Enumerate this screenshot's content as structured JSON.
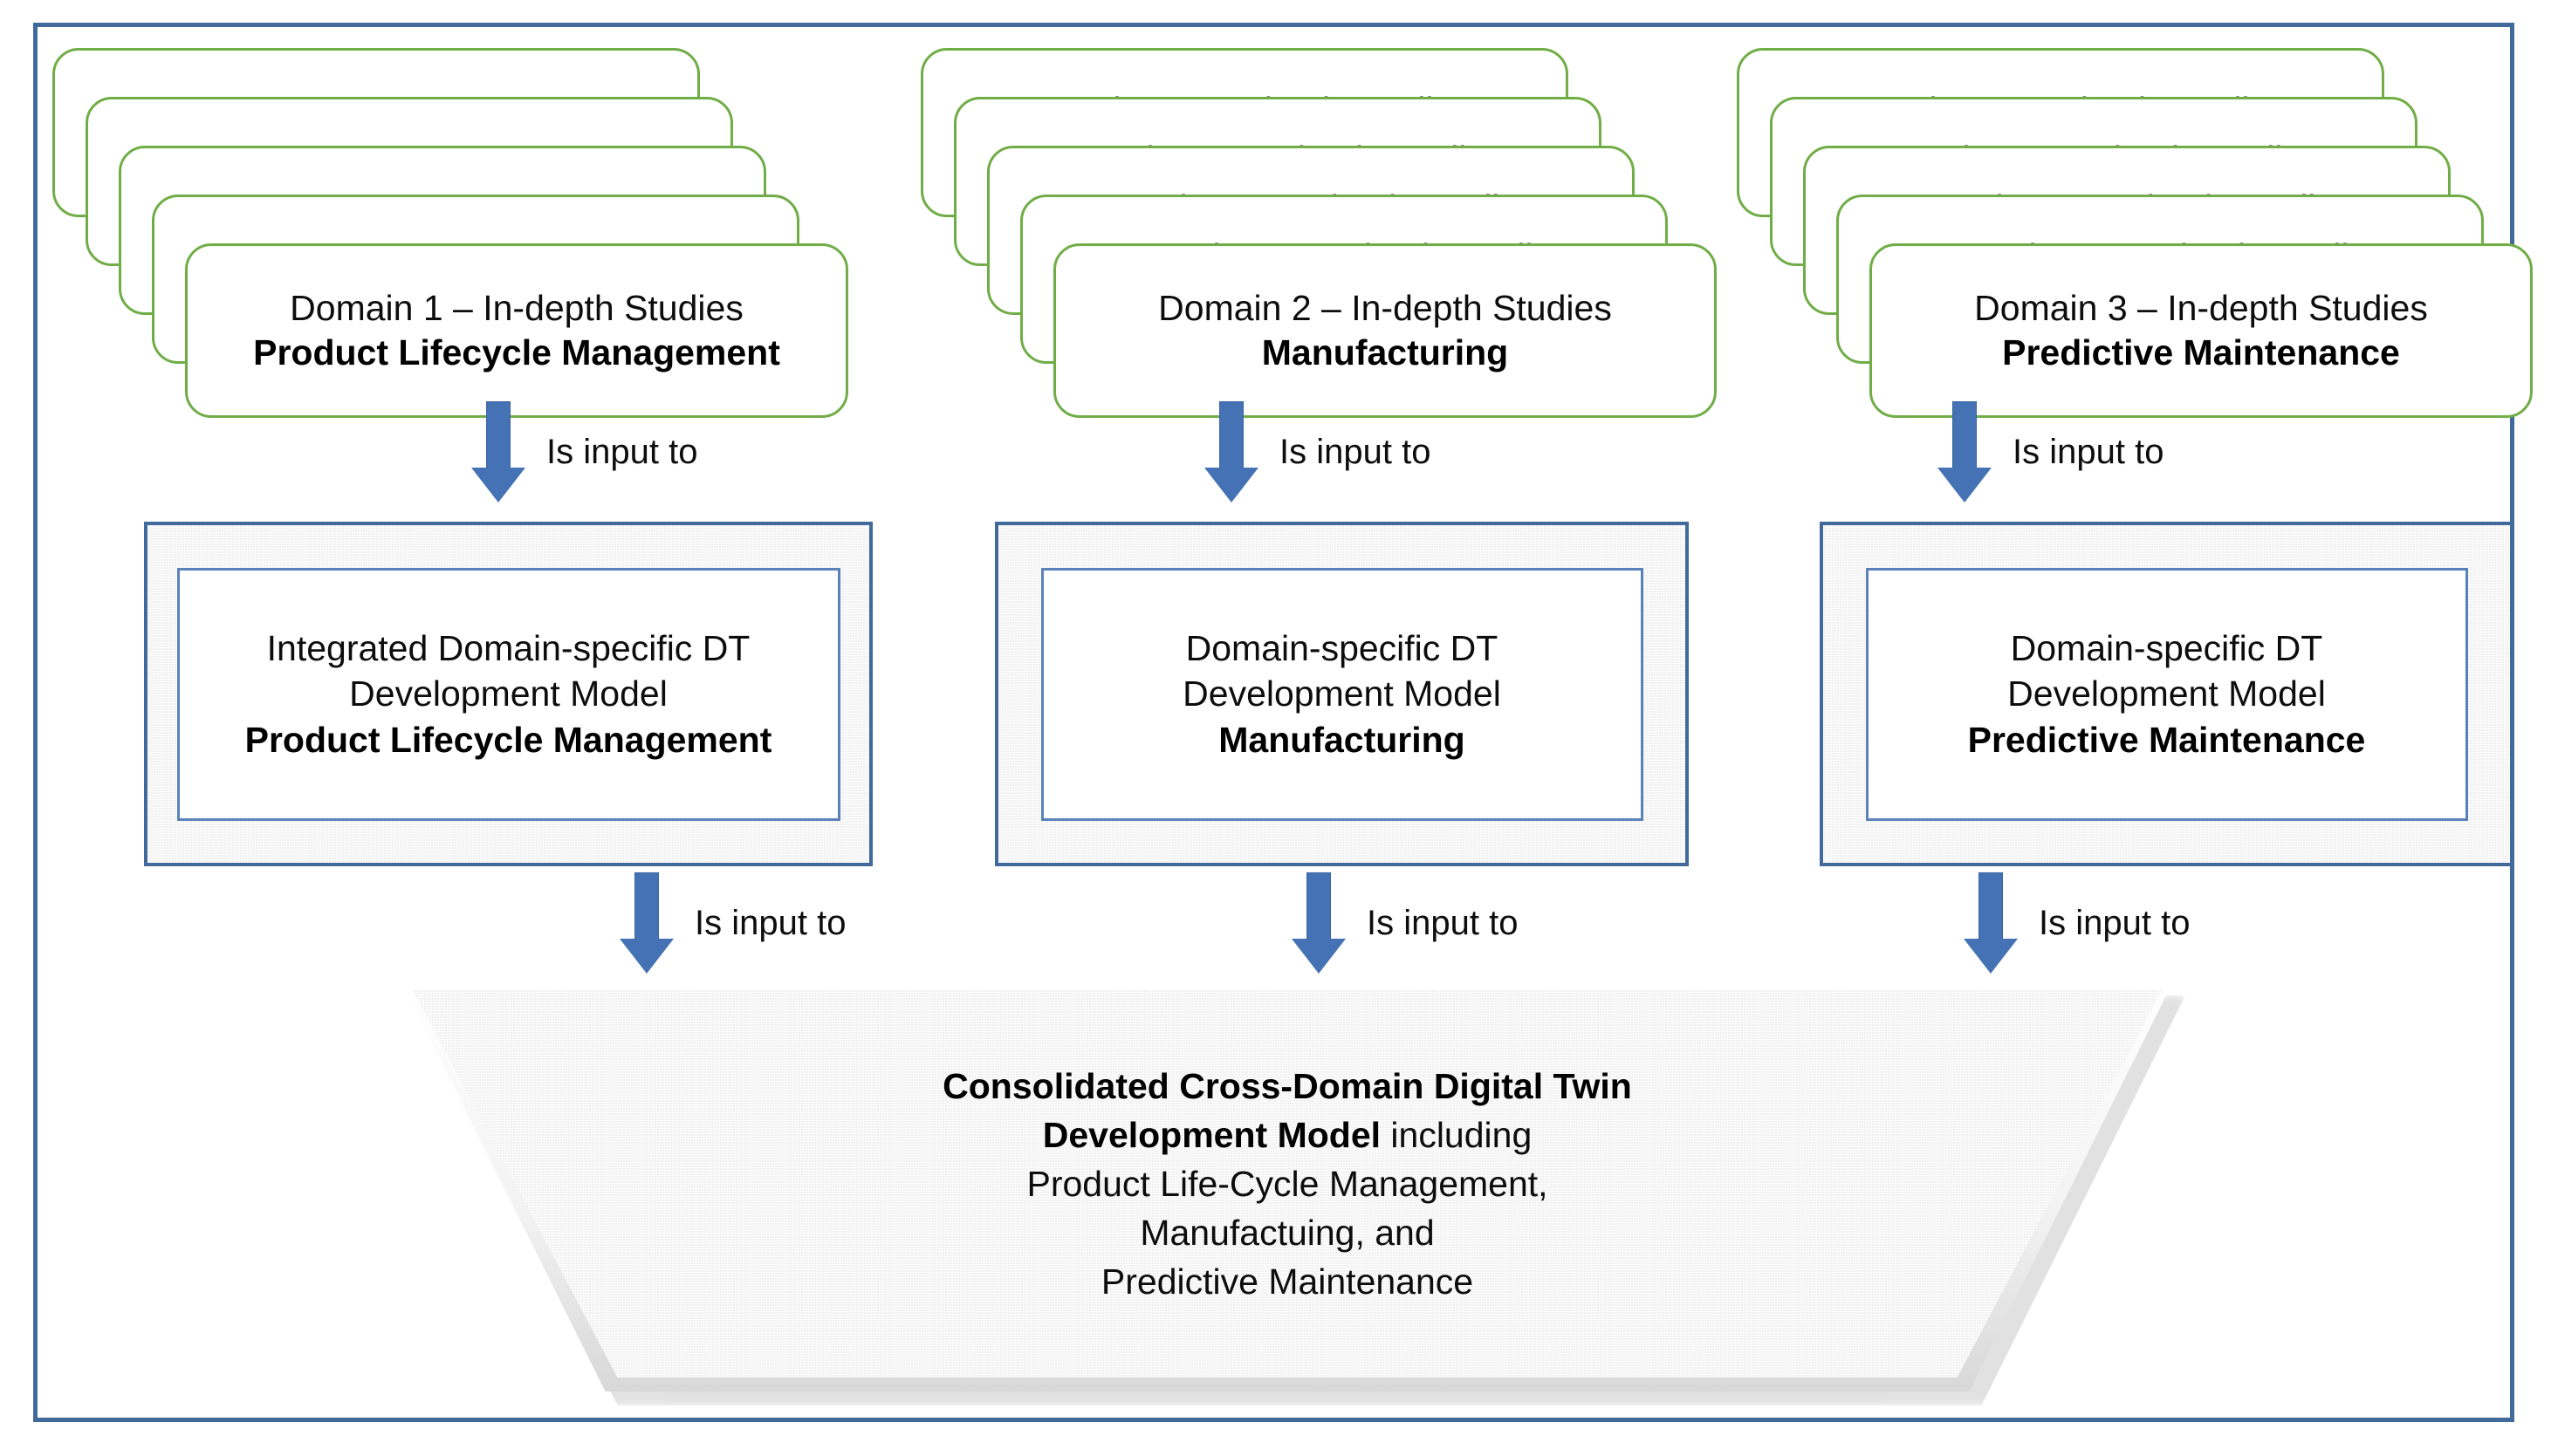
{
  "diagram": {
    "title": "Cross-Domain Digital Twin Development Model Flow",
    "colors": {
      "frame_border": "#41699B",
      "card_border": "#70AD47",
      "arrow_fill": "#4472B4",
      "box_border": "#41699B",
      "box_fill": "#EFEFEF",
      "inner_box_border": "#5B82B8",
      "trapezoid_fill": "#F0F0F0"
    },
    "stacks": [
      {
        "id": "domain-1",
        "card_count": 5,
        "line1": "Domain 1 – In-depth Studies",
        "line2": "Product Lifecycle Management"
      },
      {
        "id": "domain-2",
        "card_count": 5,
        "line1": "Domain 2 – In-depth Studies",
        "line2": "Manufacturing"
      },
      {
        "id": "domain-3",
        "card_count": 5,
        "line1": "Domain 3 – In-depth Studies",
        "line2": "Predictive Maintenance"
      }
    ],
    "arrows": {
      "label": "Is input to",
      "icon": "arrow-down-icon",
      "row1": [
        {
          "id": "arrow-domain-1-to-model-1",
          "label": "Is input to"
        },
        {
          "id": "arrow-domain-2-to-model-2",
          "label": "Is input to"
        },
        {
          "id": "arrow-domain-3-to-model-3",
          "label": "Is input to"
        }
      ],
      "row2": [
        {
          "id": "arrow-model-1-to-consolidated",
          "label": "Is input to"
        },
        {
          "id": "arrow-model-2-to-consolidated",
          "label": "Is input to"
        },
        {
          "id": "arrow-model-3-to-consolidated",
          "label": "Is input to"
        }
      ]
    },
    "models": [
      {
        "id": "model-1",
        "line1": "Integrated Domain-specific DT",
        "line2": "Development Model",
        "line3": "Product  Lifecycle Management"
      },
      {
        "id": "model-2",
        "line1": "Domain-specific DT",
        "line2": "Development Model",
        "line3": "Manufacturing"
      },
      {
        "id": "model-3",
        "line1": "Domain-specific DT",
        "line2": "Development Model",
        "line3": "Predictive Maintenance"
      }
    ],
    "consolidated": {
      "id": "consolidated-model",
      "line1_bold": "Consolidated Cross-Domain Digital Twin",
      "line2_bold": "Development Model",
      "line2_rest": " including",
      "line3": "Product Life-Cycle Management,",
      "line4": "Manufactuing, and",
      "line5": "Predictive Maintenance"
    }
  }
}
